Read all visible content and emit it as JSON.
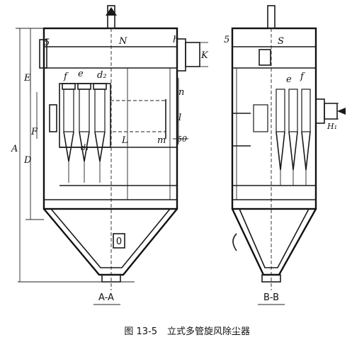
{
  "caption": {
    "figure_no": "图 13-5",
    "title": "立式多管旋风除尘器"
  },
  "view_left": {
    "section_label": "A-A",
    "dims": {
      "A": "A",
      "D": "D",
      "E": "E",
      "F": "F",
      "f": "f",
      "e": "e",
      "d2": "d₂",
      "d1": "d₁",
      "s": "5",
      "N": "N",
      "L": "L",
      "m": "m",
      "n": "n",
      "l": "l",
      "h": "h",
      "K": "K",
      "mark50": "50"
    },
    "hopper_tag": "0"
  },
  "view_right": {
    "section_label": "B-B",
    "dims": {
      "s": "5",
      "S": "S",
      "e": "e",
      "f": "f",
      "H1": "H₁"
    }
  }
}
